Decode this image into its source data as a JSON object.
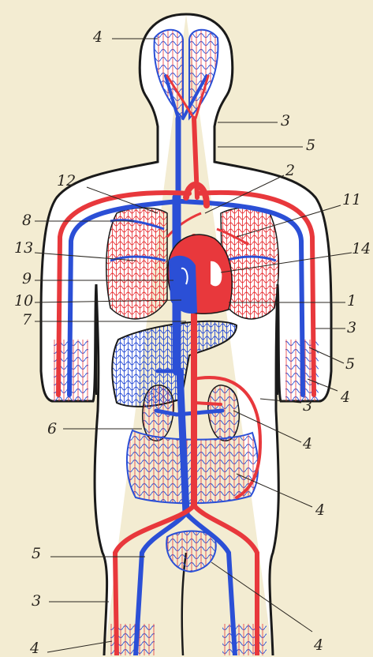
{
  "colors": {
    "background": "#f3ecd2",
    "body_fill": "#ffffff",
    "outline": "#1a1a1a",
    "arterial": "#e8383c",
    "venous": "#2b4fd6",
    "label_text": "#2a2620"
  },
  "icons": {
    "body_outline": "human-body-outline",
    "heart": "heart-icon",
    "lungs": "lung-icon",
    "liver": "liver-icon",
    "kidneys": "kidney-icon",
    "intestine": "intestine-icon",
    "pelvis": "pelvic-organ-icon"
  },
  "labels": {
    "l1": "1",
    "l2": "2",
    "l3_neck": "3",
    "l3_arm": "3",
    "l3_kidney": "3",
    "l3_leg": "3",
    "l4_head": "4",
    "l4_arm": "4",
    "l4_kidney": "4",
    "l4_intestine": "4",
    "l4_pelvis": "4",
    "l4_foot": "4",
    "l5_neck": "5",
    "l5_arm": "5",
    "l5_leg": "5",
    "l6": "6",
    "l7": "7",
    "l8": "8",
    "l9": "9",
    "l10": "10",
    "l11": "11",
    "l12": "12",
    "l13": "13",
    "l14": "14"
  }
}
